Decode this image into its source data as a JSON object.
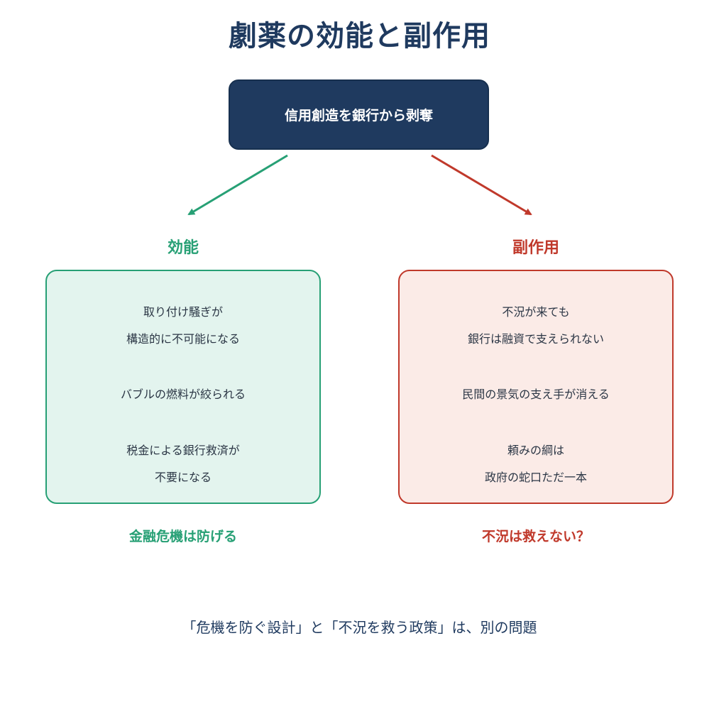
{
  "title": "劇薬の効能と副作用",
  "top_box": {
    "label": "信用創造を銀行から剥奪"
  },
  "colors": {
    "navy": "#1f3a5f",
    "green": "#27a075",
    "red": "#c0392b",
    "green_bg": "#e3f4ee",
    "red_bg": "#fbebe7"
  },
  "left": {
    "heading": "効能",
    "lines": [
      "取り付け騒ぎが",
      "構造的に不可能になる",
      "バブルの燃料が絞られる",
      "税金による銀行救済が",
      "不要になる"
    ],
    "conclusion": "金融危機は防げる"
  },
  "right": {
    "heading": "副作用",
    "lines": [
      "不況が来ても",
      "銀行は融資で支えられない",
      "民間の景気の支え手が消える",
      "頼みの綱は",
      "政府の蛇口ただ一本"
    ],
    "conclusion": "不況は救えない？"
  },
  "footer": "「危機を防ぐ設計」と「不況を救う政策」は、別の問題"
}
